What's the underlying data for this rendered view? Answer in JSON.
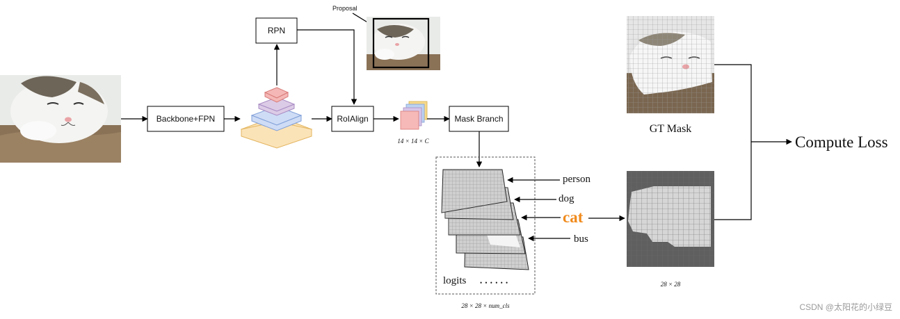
{
  "nodes": {
    "backbone": "Backbone+FPN",
    "rpn": "RPN",
    "roialign": "RoIAlign",
    "mask_branch": "Mask Branch"
  },
  "labels": {
    "proposal": "Proposal",
    "feature_size": "14 × 14 × C",
    "logits": "logits",
    "dots": "• • • • • •",
    "output_size": "28 × 28 × num_cls",
    "gt_mask": "GT Mask",
    "pred_size": "28 × 28",
    "compute_loss": "Compute Loss"
  },
  "classes": [
    "person",
    "dog",
    "cat",
    "bus"
  ],
  "highlight_class": "cat",
  "colors": {
    "highlight": "#f08a1c",
    "pyramid": [
      "#fbe3b8",
      "#cfdcf5",
      "#dccbe6",
      "#f4b7b5"
    ],
    "pyramid_stroke": [
      "#e3b55f",
      "#7f9fd8",
      "#a88cc4",
      "#d77a78"
    ],
    "feature": [
      "#f6d98b",
      "#bcd2f1",
      "#d7c6e9",
      "#f6b9b7"
    ],
    "cat_fur": "#f2f2f2",
    "background": "#7e6a54"
  },
  "watermark": "CSDN @太阳花的小绿豆"
}
